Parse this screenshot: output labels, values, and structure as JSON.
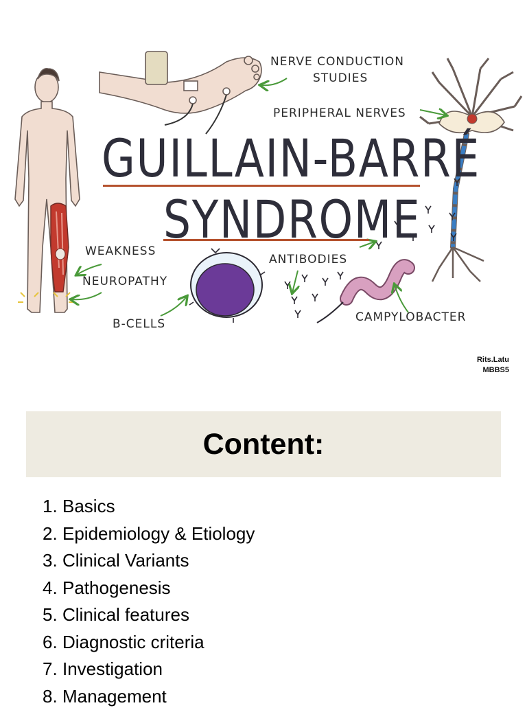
{
  "illustration": {
    "title_line1": "GUILLAIN-BARRÉ",
    "title_line2": "SYNDROME",
    "labels": {
      "nerve_conduction_line1": "NERVE CONDUCTION",
      "nerve_conduction_line2": "STUDIES",
      "peripheral_nerves": "PERIPHERAL NERVES",
      "weakness": "WEAKNESS",
      "neuropathy": "NEUROPATHY",
      "b_cells": "B-CELLS",
      "antibodies": "ANTIBODIES",
      "campylobacter": "CAMPYLOBACTER"
    },
    "colors": {
      "accent_underline": "#b5522e",
      "skin": "#f1ddd1",
      "b_cell_nucleus": "#6b3a98",
      "myelin": "#3a7ec4",
      "bacterium": "#d8a0c0",
      "arrow": "#4a9a3a"
    }
  },
  "credit": {
    "line1": "Rits.Latu",
    "line2": "MBBS5"
  },
  "content": {
    "heading": "Content:",
    "items": [
      {
        "num": "1.",
        "label": "Basics"
      },
      {
        "num": "2.",
        "label": "Epidemiology & Etiology"
      },
      {
        "num": "3.",
        "label": "Clinical Variants"
      },
      {
        "num": "4.",
        "label": "Pathogenesis"
      },
      {
        "num": "5.",
        "label": "Clinical features"
      },
      {
        "num": "6.",
        "label": "Diagnostic criteria"
      },
      {
        "num": "7.",
        "label": "Investigation"
      },
      {
        "num": "8.",
        "label": "Management"
      }
    ]
  }
}
